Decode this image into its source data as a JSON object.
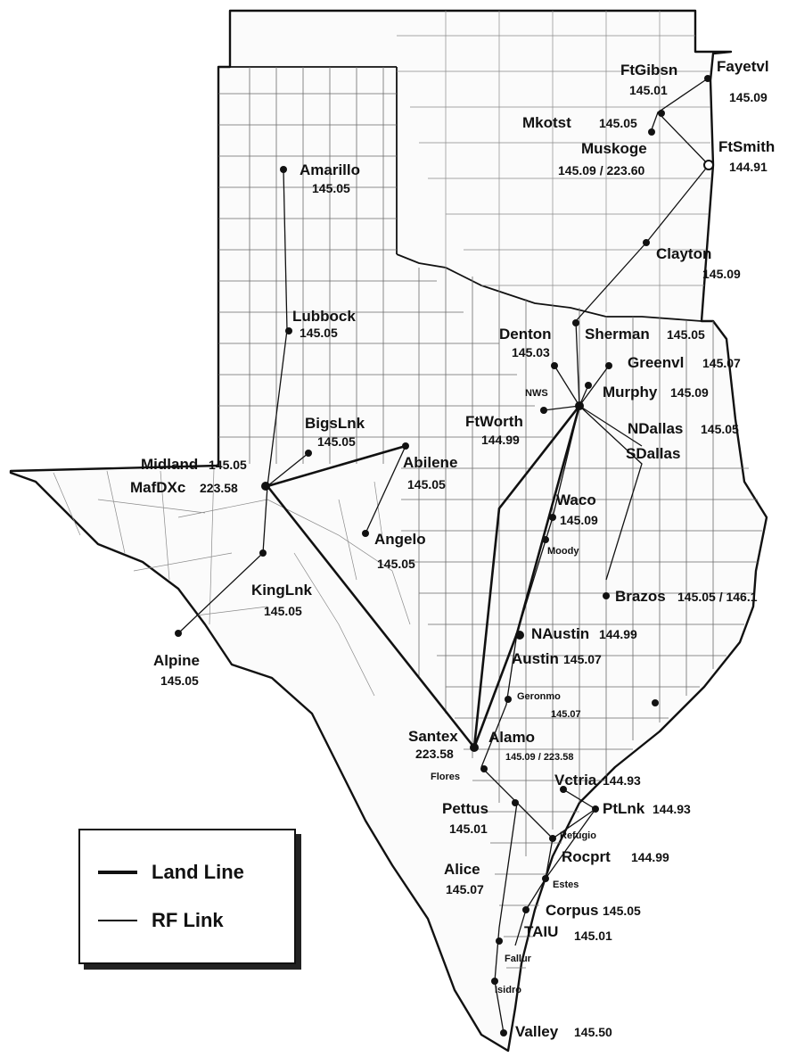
{
  "legend": {
    "land_label": "Land Line",
    "rf_label": "RF Link"
  },
  "stations": {
    "amarillo": {
      "name": "Amarillo",
      "freq": "145.05"
    },
    "lubbock": {
      "name": "Lubbock",
      "freq": "145.05"
    },
    "bigslnk": {
      "name": "BigsLnk",
      "freq": "145.05"
    },
    "midland": {
      "name": "Midland",
      "freq": "145.05"
    },
    "mafdxc": {
      "name": "MafDXc",
      "freq": "223.58"
    },
    "abilene": {
      "name": "Abilene",
      "freq": "145.05"
    },
    "angelo": {
      "name": "Angelo",
      "freq": "145.05"
    },
    "kinglnk": {
      "name": "KingLnk",
      "freq": "145.05"
    },
    "alpine": {
      "name": "Alpine",
      "freq": "145.05"
    },
    "ftgibsn": {
      "name": "FtGibsn",
      "freq": "145.01"
    },
    "fayetvl": {
      "name": "Fayetvl",
      "freq": "145.09"
    },
    "mkotst": {
      "name": "Mkotst",
      "freq": "145.05"
    },
    "muskoge": {
      "name": "Muskoge",
      "freq": "145.09 / 223.60"
    },
    "ftsmith": {
      "name": "FtSmith",
      "freq": "144.91"
    },
    "clayton": {
      "name": "Clayton",
      "freq": "145.09"
    },
    "denton": {
      "name": "Denton",
      "freq": "145.03"
    },
    "sherman": {
      "name": "Sherman",
      "freq": "145.05"
    },
    "greenvl": {
      "name": "Greenvl",
      "freq": "145.07"
    },
    "nws": {
      "name": "NWS"
    },
    "murphy": {
      "name": "Murphy",
      "freq": "145.09"
    },
    "ftworth": {
      "name": "FtWorth",
      "freq": "144.99"
    },
    "ndallas": {
      "name": "NDallas",
      "freq": "145.05"
    },
    "sdallas": {
      "name": "SDallas"
    },
    "waco": {
      "name": "Waco",
      "freq": "145.09"
    },
    "moody": {
      "name": "Moody"
    },
    "brazos": {
      "name": "Brazos",
      "freq": "145.05 / 146.1"
    },
    "naustin": {
      "name": "NAustin",
      "freq": "144.99"
    },
    "austin": {
      "name": "Austin",
      "freq": "145.07"
    },
    "geronmo": {
      "name": "Geronmo",
      "freq": "145.07"
    },
    "santex": {
      "name": "Santex",
      "freq": "223.58"
    },
    "alamo": {
      "name": "Alamo",
      "freq": "145.09 / 223.58"
    },
    "flores": {
      "name": "Flores"
    },
    "vctria": {
      "name": "Vctria",
      "freq": "144.93"
    },
    "pttlnk": {
      "name": "PtLnk",
      "freq": "144.93"
    },
    "pettus": {
      "name": "Pettus",
      "freq": "145.01"
    },
    "refugio": {
      "name": "Refugio"
    },
    "rocprt": {
      "name": "Rocprt",
      "freq": "144.99"
    },
    "alice": {
      "name": "Alice",
      "freq": "145.07"
    },
    "estes": {
      "name": "Estes"
    },
    "corpus": {
      "name": "Corpus",
      "freq": "145.05"
    },
    "taiu": {
      "name": "TAIU",
      "freq": "145.01"
    },
    "fallur": {
      "name": "Fallur"
    },
    "isidro": {
      "name": "Isidro"
    },
    "valley": {
      "name": "Valley",
      "freq": "145.50"
    }
  }
}
